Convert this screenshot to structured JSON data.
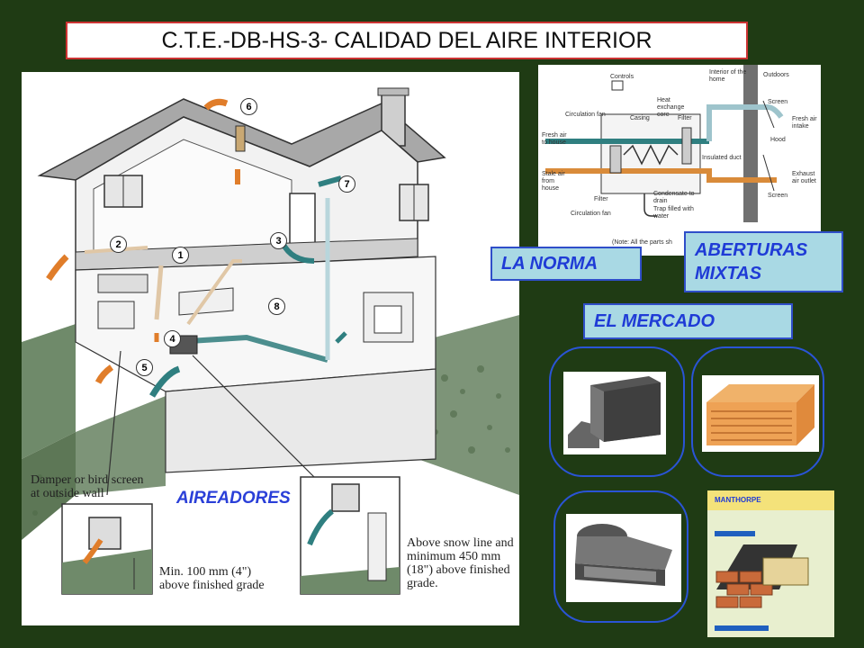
{
  "title": "C.T.E.-DB-HS-3- CALIDAD DEL AIRE INTERIOR",
  "labels": {
    "norma": "LA NORMA",
    "aberturas_line1": "ABERTURAS",
    "aberturas_line2": "MIXTAS",
    "mercado": "EL MERCADO",
    "aireadores": "AIREADORES"
  },
  "house_callouts": {
    "damper_line1": "Damper or bird screen",
    "damper_line2": "at outside wall",
    "min_line1": "Min. 100 mm (4\")",
    "min_line2": "above finished grade",
    "snow_line1": "Above snow line and",
    "snow_line2": "minimum 450 mm",
    "snow_line3": "(18\") above finished",
    "snow_line4": "grade."
  },
  "badges": [
    "1",
    "2",
    "3",
    "4",
    "5",
    "6",
    "7",
    "8"
  ],
  "hrv_labels": {
    "controls": "Controls",
    "interior": "Interior of the home",
    "outdoors": "Outdoors",
    "heat_exchange": "Heat exchange core",
    "circulation_fan_top": "Circulation fan",
    "casing": "Casing",
    "filter_top": "Filter",
    "screen_top": "Screen",
    "fresh_air_intake": "Fresh air intake",
    "fresh_to_house": "Fresh air to house",
    "hood": "Hood",
    "insulated_duct": "Insulated duct",
    "stale_air": "Stale air from house",
    "exhaust": "Exhaust air outlet",
    "filter_bottom": "Filter",
    "condensate": "Condensate to drain",
    "screen_bottom": "Screen",
    "trap": "Trap filled with water",
    "circulation_fan_bottom": "Circulation fan",
    "note": "(Note: All the parts sh"
  },
  "brand": "MANTHORPE",
  "colors": {
    "background": "#1f3b14",
    "label_fill": "#a9d9e4",
    "label_text": "#1f3bd6",
    "product_border": "#2a54d6",
    "title_border": "#cc3333"
  }
}
